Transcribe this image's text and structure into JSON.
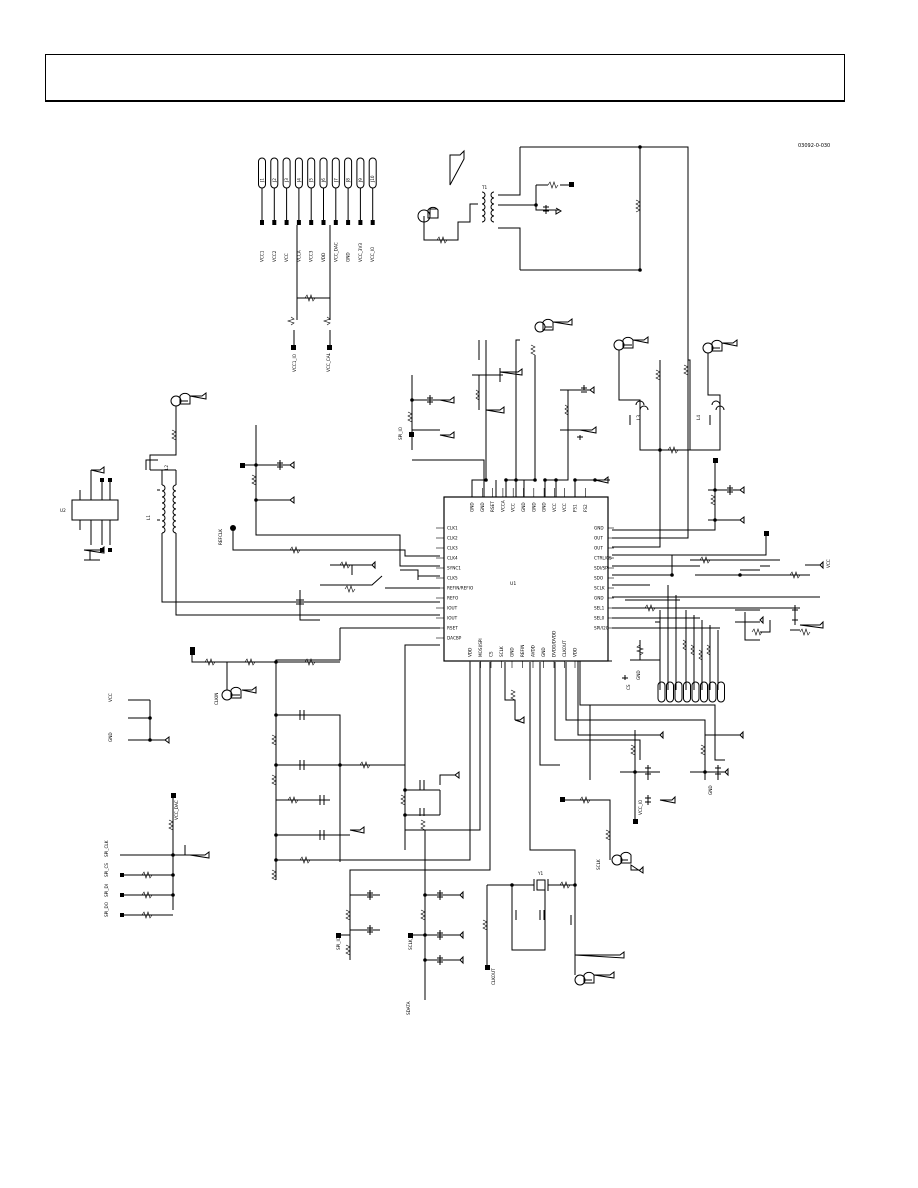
{
  "figure_code": "03092-0-030",
  "ic": {
    "ref": "U1",
    "left_pins": [
      "CLK1",
      "CLK2",
      "CLK3",
      "CLK4",
      "SYNC1",
      "CLK5",
      "REFIN/REFIO",
      "REFO",
      "IOUT",
      "IOUT",
      "RSET",
      "DACBP"
    ],
    "bottom_pins": [
      "VDD",
      "MOSI/SPI",
      "CS",
      "SCLK",
      "GND",
      "REFIN",
      "AVDD",
      "GND",
      "DVDD/DVDD",
      "CLKOUT",
      "VDD"
    ],
    "right_pins": [
      "GND",
      "OUT",
      "OUT",
      "CTRL/CS",
      "SDI/SPI",
      "SDO",
      "SCLK",
      "GND",
      "SEL1",
      "SEL0",
      "SPI/I2C"
    ],
    "top_pins": [
      "GND",
      "GND",
      "RSET",
      "VCCA",
      "VCC",
      "GND",
      "GND",
      "GND",
      "VCC",
      "VCC",
      "FS1",
      "FS2"
    ]
  },
  "rail_labels": [
    "VCC1",
    "VCC2",
    "VCC",
    "VCCA",
    "VCC3",
    "VDD",
    "VCC_DAC",
    "GND",
    "VCC_3V3",
    "VCC_IO"
  ],
  "connector_labels": [
    "J1",
    "J2",
    "J3",
    "J4",
    "J5",
    "J6",
    "J7",
    "J8",
    "J9",
    "J10"
  ],
  "net_labels": [
    "VCC1_IO",
    "VCC_CAL",
    "SPI_IO",
    "SPI_IO",
    "SCLK_IN",
    "VCC_IO",
    "VCC_DAC",
    "GND",
    "GND",
    "VCC"
  ],
  "component_labels": {
    "transformer": "T1",
    "inductors": [
      "L1",
      "L2",
      "L3",
      "L4"
    ],
    "crystal": "Y1",
    "small_ic": "U2"
  },
  "left_side_labels": [
    "SPI_CLK",
    "SPI_CS",
    "SPI_DI",
    "SPI_DO",
    "VCC",
    "GND"
  ],
  "lower_labels": [
    "REFCLK",
    "CLKIN",
    "CLKOUT",
    "SDATA",
    "SCLK",
    "CS"
  ]
}
